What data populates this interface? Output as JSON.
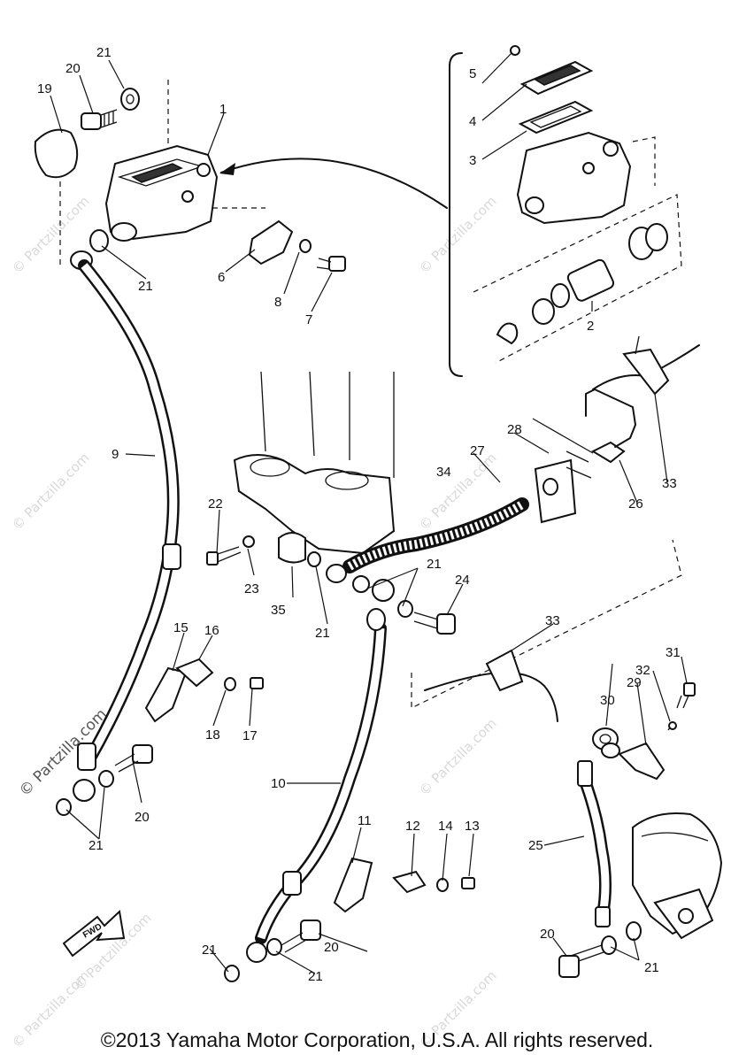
{
  "diagram": {
    "callouts": [
      {
        "id": "c1",
        "text": "1"
      },
      {
        "id": "c2",
        "text": "2"
      },
      {
        "id": "c3",
        "text": "3"
      },
      {
        "id": "c4",
        "text": "4"
      },
      {
        "id": "c5",
        "text": "5"
      },
      {
        "id": "c6",
        "text": "6"
      },
      {
        "id": "c7",
        "text": "7"
      },
      {
        "id": "c8",
        "text": "8"
      },
      {
        "id": "c9",
        "text": "9"
      },
      {
        "id": "c10",
        "text": "10"
      },
      {
        "id": "c11",
        "text": "11"
      },
      {
        "id": "c12",
        "text": "12"
      },
      {
        "id": "c13",
        "text": "13"
      },
      {
        "id": "c14",
        "text": "14"
      },
      {
        "id": "c15",
        "text": "15"
      },
      {
        "id": "c16",
        "text": "16"
      },
      {
        "id": "c17",
        "text": "17"
      },
      {
        "id": "c18",
        "text": "18"
      },
      {
        "id": "c19",
        "text": "19"
      },
      {
        "id": "c20a",
        "text": "20"
      },
      {
        "id": "c20b",
        "text": "20"
      },
      {
        "id": "c20c",
        "text": "20"
      },
      {
        "id": "c20d",
        "text": "20"
      },
      {
        "id": "c21a",
        "text": "21"
      },
      {
        "id": "c21b",
        "text": "21"
      },
      {
        "id": "c21c",
        "text": "21"
      },
      {
        "id": "c21d",
        "text": "21"
      },
      {
        "id": "c21e",
        "text": "21"
      },
      {
        "id": "c21f",
        "text": "21"
      },
      {
        "id": "c21g",
        "text": "21"
      },
      {
        "id": "c21h",
        "text": "21"
      },
      {
        "id": "c22",
        "text": "22"
      },
      {
        "id": "c23",
        "text": "23"
      },
      {
        "id": "c24",
        "text": "24"
      },
      {
        "id": "c25",
        "text": "25"
      },
      {
        "id": "c26",
        "text": "26"
      },
      {
        "id": "c27",
        "text": "27"
      },
      {
        "id": "c28",
        "text": "28"
      },
      {
        "id": "c29",
        "text": "29"
      },
      {
        "id": "c30",
        "text": "30"
      },
      {
        "id": "c31",
        "text": "31"
      },
      {
        "id": "c32",
        "text": "32"
      },
      {
        "id": "c33a",
        "text": "33"
      },
      {
        "id": "c33b",
        "text": "33"
      },
      {
        "id": "c34",
        "text": "34"
      },
      {
        "id": "c35",
        "text": "35"
      }
    ],
    "fwd_label": "FWD"
  },
  "watermark": "© Partzilla.com",
  "copyright": "©2013 Yamaha Motor Corporation, U.S.A. All rights reserved."
}
